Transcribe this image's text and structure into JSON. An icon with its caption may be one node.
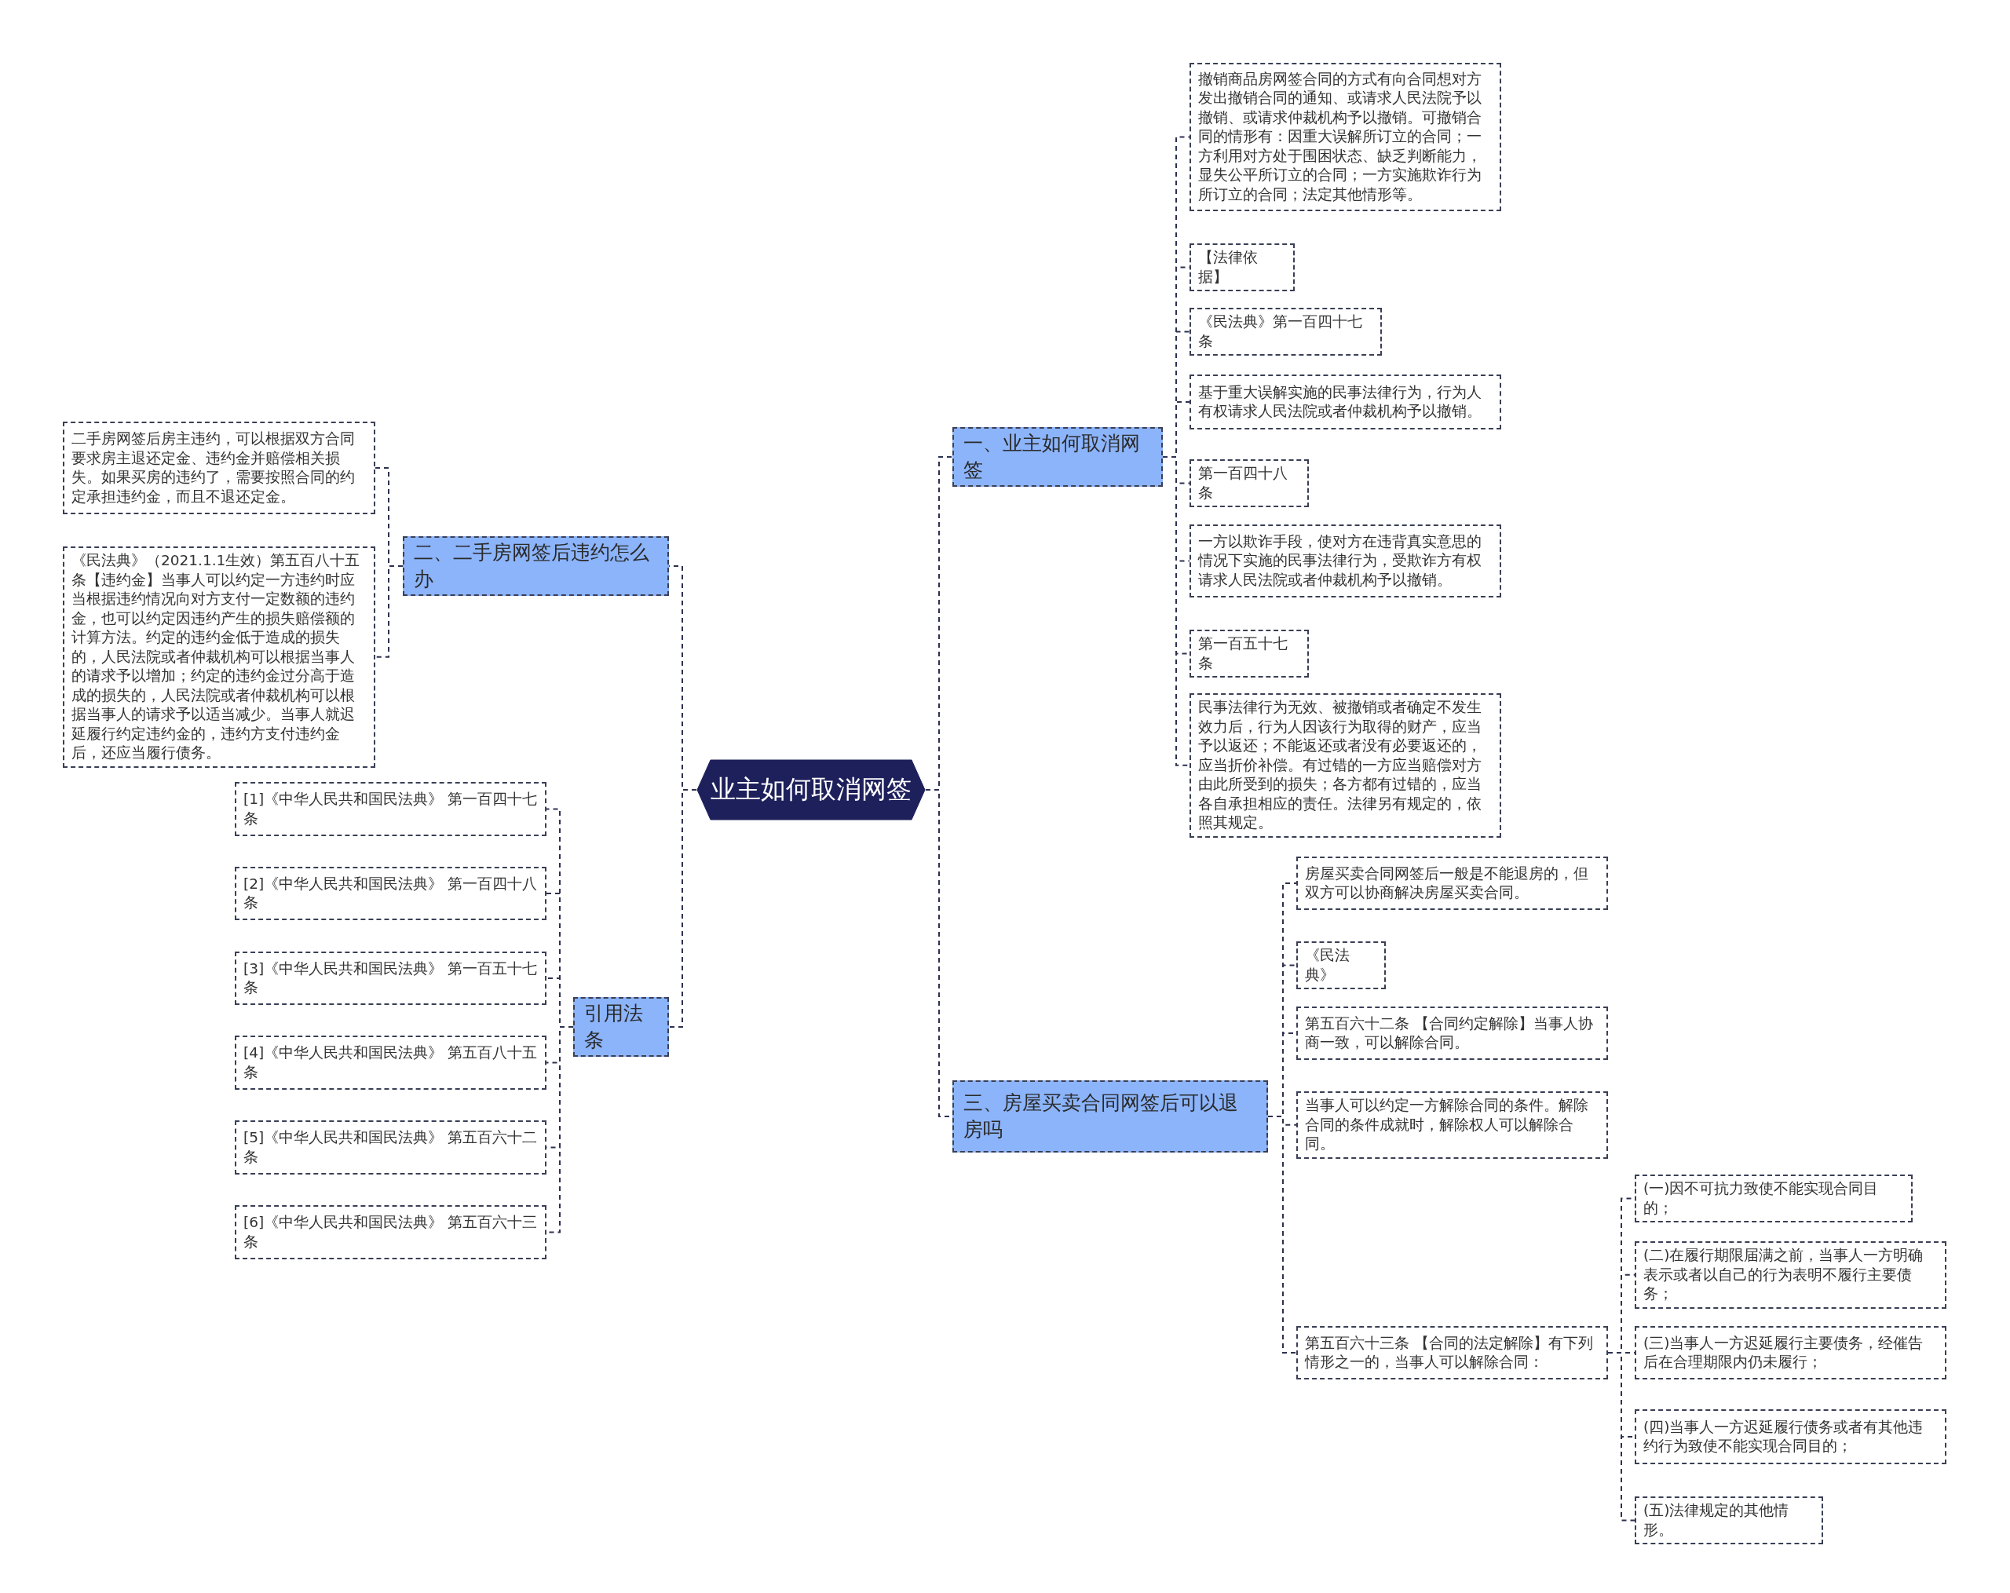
{
  "diagram": {
    "nodes": [
      {
        "text": [
          "业主如何取消网签"
        ]
      },
      {
        "text": [
          "一、业主如何取消网签"
        ]
      },
      {
        "text": [
          "撤销商品房网签合同的方式有向合同想对方发出撤销合同的通知、或请求人民法院予以撤销、或请求仲裁机构予以撤销。可撤销合同的情形有：因重大误解所订立的合同；一方利用对方处于围困状态、缺乏判断能力，显失公平所订立的合同；一方实施欺诈行为所订立的合同；法定其他情形等。"
        ]
      },
      {
        "text": [
          "【法律依据】"
        ]
      },
      {
        "text": [
          "《民法典》第一百四十七条"
        ]
      },
      {
        "text": [
          "基于重大误解实施的民事法律行为，行为人有权请求人民法院或者仲裁机构予以撤销。"
        ]
      },
      {
        "text": [
          "第一百四十八条"
        ]
      },
      {
        "text": [
          "一方以欺诈手段，使对方在违背真实意思的情况下实施的民事法律行为，受欺诈方有权请求人民法院或者仲裁机构予以撤销。"
        ]
      },
      {
        "text": [
          "第一百五十七条"
        ]
      },
      {
        "text": [
          "民事法律行为无效、被撤销或者确定不发生效力后，行为人因该行为取得的财产，应当予以返还；不能返还或者没有必要返还的，应当折价补偿。有过错的一方应当赔偿对方由此所受到的损失；各方都有过错的，应当各自承担相应的责任。法律另有规定的，依照其规定。"
        ]
      },
      {
        "text": [
          "二、二手房网签后违约怎么办"
        ]
      },
      {
        "text": [
          "二手房网签后房主违约，可以根据双方合同要求房主退还定金、违约金并赔偿相关损失。如果买房的违约了，需要按照合同的约定承担违约金，而且不退还定金。"
        ]
      },
      {
        "text": [
          "《民法典》（2021.1.1生效）第五百八十五条【违约金】当事人可以约定一方违约时应当根据违约情况向对方支付一定数额的违约金，也可以约定因违约产生的损失赔偿额的计算方法。约定的违约金低于造成的损失的，人民法院或者仲裁机构可以根据当事人的请求予以增加；约定的违约金过分高于造成的损失的，人民法院或者仲裁机构可以根据当事人的请求予以适当减少。当事人就迟延履行约定违约金的，违约方支付违约金后，还应当履行债务。"
        ]
      },
      {
        "text": [
          "三、房屋买卖合同网签后可以退房吗"
        ]
      },
      {
        "text": [
          "房屋买卖合同网签后一般是不能退房的，但双方可以协商解决房屋买卖合同。"
        ]
      },
      {
        "text": [
          "《民法典》"
        ]
      },
      {
        "text": [
          "第五百六十二条 【合同约定解除】当事人协商一致，可以解除合同。"
        ]
      },
      {
        "text": [
          "当事人可以约定一方解除合同的条件。解除合同的条件成就时，解除权人可以解除合同。"
        ]
      },
      {
        "text": [
          "第五百六十三条 【合同的法定解除】有下列情形之一的，当事人可以解除合同："
        ]
      },
      {
        "text": [
          "(一)因不可抗力致使不能实现合同目的；"
        ]
      },
      {
        "text": [
          "(二)在履行期限届满之前，当事人一方明确表示或者以自己的行为表明不履行主要债务；"
        ]
      },
      {
        "text": [
          "(三)当事人一方迟延履行主要债务，经催告后在合理期限内仍未履行；"
        ]
      },
      {
        "text": [
          "(四)当事人一方迟延履行债务或者有其他违约行为致使不能实现合同目的；"
        ]
      },
      {
        "text": [
          "(五)法律规定的其他情形。"
        ]
      },
      {
        "text": [
          "引用法条"
        ]
      },
      {
        "text": [
          "[1]《中华人民共和国民法典》 第一百四十七条"
        ]
      },
      {
        "text": [
          "[2]《中华人民共和国民法典》 第一百四十八条"
        ]
      },
      {
        "text": [
          "[3]《中华人民共和国民法典》 第一百五十七条"
        ]
      },
      {
        "text": [
          "[4]《中华人民共和国民法典》 第五百八十五条"
        ]
      },
      {
        "text": [
          "[5]《中华人民共和国民法典》 第五百六十二条"
        ]
      },
      {
        "text": [
          "[6]《中华人民共和国民法典》 第五百六十三条"
        ]
      }
    ],
    "edges": [
      {
        "from": 0,
        "to": 1,
        "arrow": "none"
      },
      {
        "from": 1,
        "to": 2,
        "arrow": "none"
      },
      {
        "from": 1,
        "to": 3,
        "arrow": "none"
      },
      {
        "from": 1,
        "to": 4,
        "arrow": "none"
      },
      {
        "from": 1,
        "to": 5,
        "arrow": "none"
      },
      {
        "from": 1,
        "to": 6,
        "arrow": "none"
      },
      {
        "from": 1,
        "to": 7,
        "arrow": "none"
      },
      {
        "from": 1,
        "to": 8,
        "arrow": "none"
      },
      {
        "from": 1,
        "to": 9,
        "arrow": "none"
      },
      {
        "from": 0,
        "to": 10,
        "arrow": "none"
      },
      {
        "from": 10,
        "to": 11,
        "arrow": "none"
      },
      {
        "from": 10,
        "to": 12,
        "arrow": "none"
      },
      {
        "from": 0,
        "to": 13,
        "arrow": "none"
      },
      {
        "from": 13,
        "to": 14,
        "arrow": "none"
      },
      {
        "from": 13,
        "to": 15,
        "arrow": "none"
      },
      {
        "from": 13,
        "to": 16,
        "arrow": "none"
      },
      {
        "from": 13,
        "to": 17,
        "arrow": "none"
      },
      {
        "from": 13,
        "to": 18,
        "arrow": "none"
      },
      {
        "from": 18,
        "to": 19,
        "arrow": "none"
      },
      {
        "from": 18,
        "to": 20,
        "arrow": "none"
      },
      {
        "from": 18,
        "to": 21,
        "arrow": "none"
      },
      {
        "from": 18,
        "to": 22,
        "arrow": "none"
      },
      {
        "from": 18,
        "to": 23,
        "arrow": "none"
      },
      {
        "from": 0,
        "to": 24,
        "arrow": "none"
      },
      {
        "from": 24,
        "to": 25,
        "arrow": "none"
      },
      {
        "from": 24,
        "to": 26,
        "arrow": "none"
      },
      {
        "from": 24,
        "to": 27,
        "arrow": "none"
      },
      {
        "from": 24,
        "to": 28,
        "arrow": "none"
      },
      {
        "from": 24,
        "to": 29,
        "arrow": "none"
      },
      {
        "from": 24,
        "to": 30,
        "arrow": "none"
      }
    ]
  }
}
